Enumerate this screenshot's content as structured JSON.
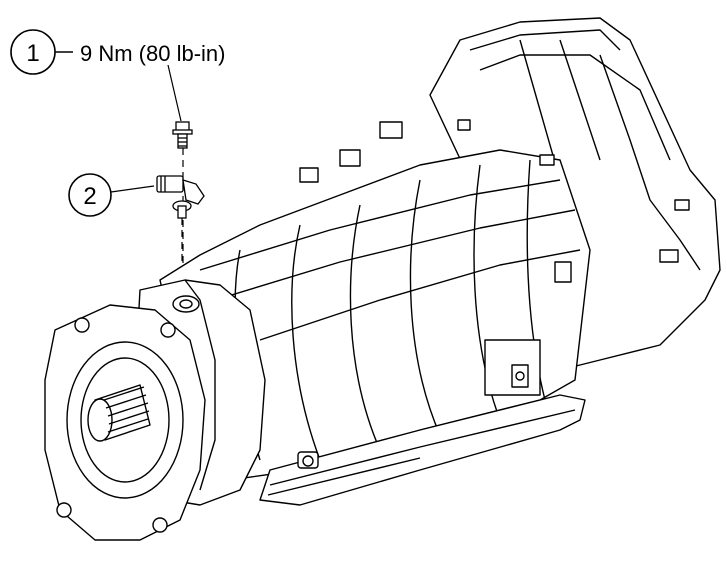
{
  "callouts": [
    {
      "number": "1",
      "text": "9 Nm (80 lb-in)"
    },
    {
      "number": "2",
      "text": ""
    }
  ],
  "colors": {
    "ink": "#000000",
    "paper": "#ffffff"
  },
  "icons": [
    "bolt-icon",
    "sensor-icon",
    "transmission-illustration"
  ]
}
